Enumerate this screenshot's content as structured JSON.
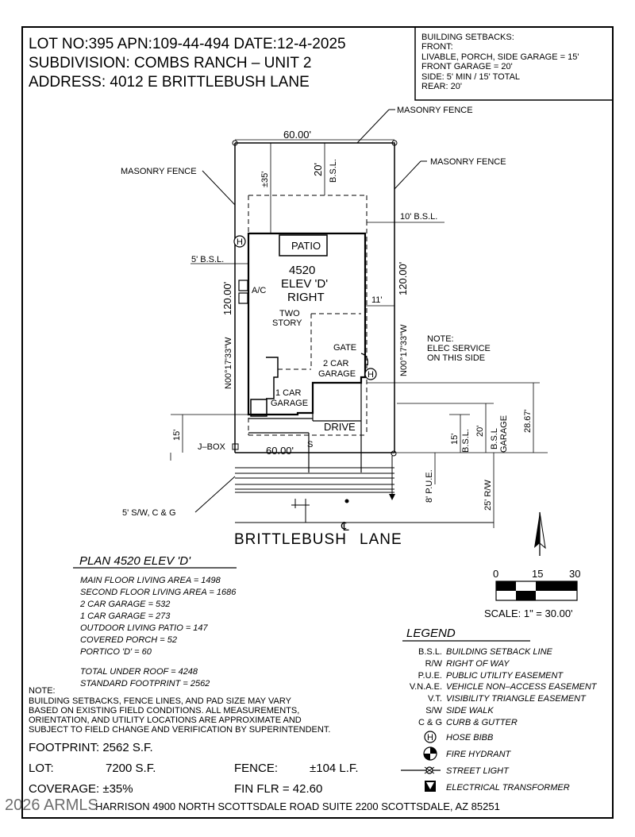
{
  "header": {
    "line1": "LOT NO:395 APN:109-44-494 DATE:12-4-2025",
    "line2": "SUBDIVISION: COMBS RANCH – UNIT 2",
    "line3": "ADDRESS: 4012 E BRITTLEBUSH LANE"
  },
  "setbacks_box": [
    "BUILDING SETBACKS:",
    "FRONT:",
    "LIVABLE, PORCH, SIDE GARAGE = 15'",
    "FRONT GARAGE = 20'",
    "SIDE: 5' MIN / 15' TOTAL",
    "REAR: 20'"
  ],
  "site": {
    "masonry_fence_top": "MASONRY FENCE",
    "masonry_fence_left": "MASONRY FENCE",
    "masonry_fence_right": "MASONRY FENCE",
    "top_width": "60.00'",
    "bottom_width": "60.00'",
    "rear_35": "±35'",
    "rear_bsl_20": "20'",
    "bsl": "B.S.L.",
    "right_bsl_10": "10' B.S.L.",
    "left_bsl_5": "5' B.S.L.",
    "patio": "PATIO",
    "plan_num": "4520",
    "elev": "ELEV 'D'",
    "right": "RIGHT",
    "ac": "A/C",
    "two": "TWO",
    "story": "STORY",
    "gate": "GATE",
    "two_car": "2 CAR",
    "garage": "GARAGE",
    "one_car": "1 CAR",
    "drive": "DRIVE",
    "left_dim": "120.00'",
    "left_bearing": "N00°17'33\"W",
    "right_dim": "120.00'",
    "right_bearing": "N00°17'33\"W",
    "dim_11": "11'",
    "note1": "NOTE:",
    "note2": "ELEC SERVICE",
    "note3": "ON THIS SIDE",
    "left_15": "15'",
    "jbox": "J–BOX",
    "s_mark": "S",
    "dim_15b": "15'",
    "dim_20b": "20'",
    "bsl_garage_1": "B.S.L",
    "bsl_garage_2": "GARAGE",
    "dim_2867": "28.67'",
    "pue": "8' P.U.E.",
    "rw": "25' R/W",
    "sidewalk": "5' S/W, C & G",
    "street_a": "BRITTLEBUSH",
    "street_b": "LANE",
    "centerline": "℄"
  },
  "plan": {
    "title": "PLAN 4520 ELEV 'D'",
    "lines": [
      "MAIN FLOOR LIVING AREA = 1498",
      "SECOND FLOOR LIVING AREA = 1686",
      "2 CAR GARAGE = 532",
      "1 CAR GARAGE = 273",
      "OUTDOOR LIVING PATIO = 147",
      "COVERED PORCH = 52",
      "PORTICO 'D' = 60"
    ],
    "total": "TOTAL UNDER ROOF = 4248",
    "footprint": "STANDARD FOOTPRINT = 2562"
  },
  "scale": {
    "t0": "0",
    "t15": "15",
    "t30": "30",
    "label": "SCALE: 1\" = 30.00'"
  },
  "legend": {
    "title": "LEGEND",
    "items": [
      {
        "abbr": "B.S.L.",
        "desc": "BUILDING SETBACK LINE"
      },
      {
        "abbr": "R/W",
        "desc": "RIGHT OF WAY"
      },
      {
        "abbr": "P.U.E.",
        "desc": "PUBLIC UTILITY EASEMENT"
      },
      {
        "abbr": "V.N.A.E.",
        "desc": "VEHICLE NON–ACCESS EASEMENT"
      },
      {
        "abbr": "V.T.",
        "desc": "VISIBILITY TRIANGLE EASEMENT"
      },
      {
        "abbr": "S/W",
        "desc": "SIDE WALK"
      },
      {
        "abbr": "C & G",
        "desc": "CURB & GUTTER"
      }
    ],
    "hose_letter": "H",
    "hose": "HOSE BIBB",
    "hydrant": "FIRE HYDRANT",
    "light": "STREET LIGHT",
    "transformer": "ELECTRICAL TRANSFORMER"
  },
  "bottom_note": [
    "NOTE:",
    "BUILDING SETBACKS, FENCE LINES, AND PAD SIZE MAY VARY",
    "BASED ON EXISTING FIELD CONDITIONS.  ALL MEASUREMENTS,",
    "ORIENTATION, AND UTILITY LOCATIONS ARE APPROXIMATE AND",
    "SUBJECT TO FIELD CHANGE AND VERIFICATION BY SUPERINTENDENT."
  ],
  "footer": {
    "footprint": "FOOTPRINT: 2562 S.F.",
    "lot_label": "LOT:",
    "lot_value": "7200 S.F.",
    "fence_label": "FENCE:",
    "fence_value": "±104 L.F.",
    "coverage": "COVERAGE: ±35%",
    "fin_flr": "FIN FLR = 42.60",
    "company": "HARRISON 4900 NORTH SCOTTSDALE ROAD SUITE 2200 SCOTTSDALE, AZ  85251",
    "watermark": "2026 ARMLS"
  }
}
